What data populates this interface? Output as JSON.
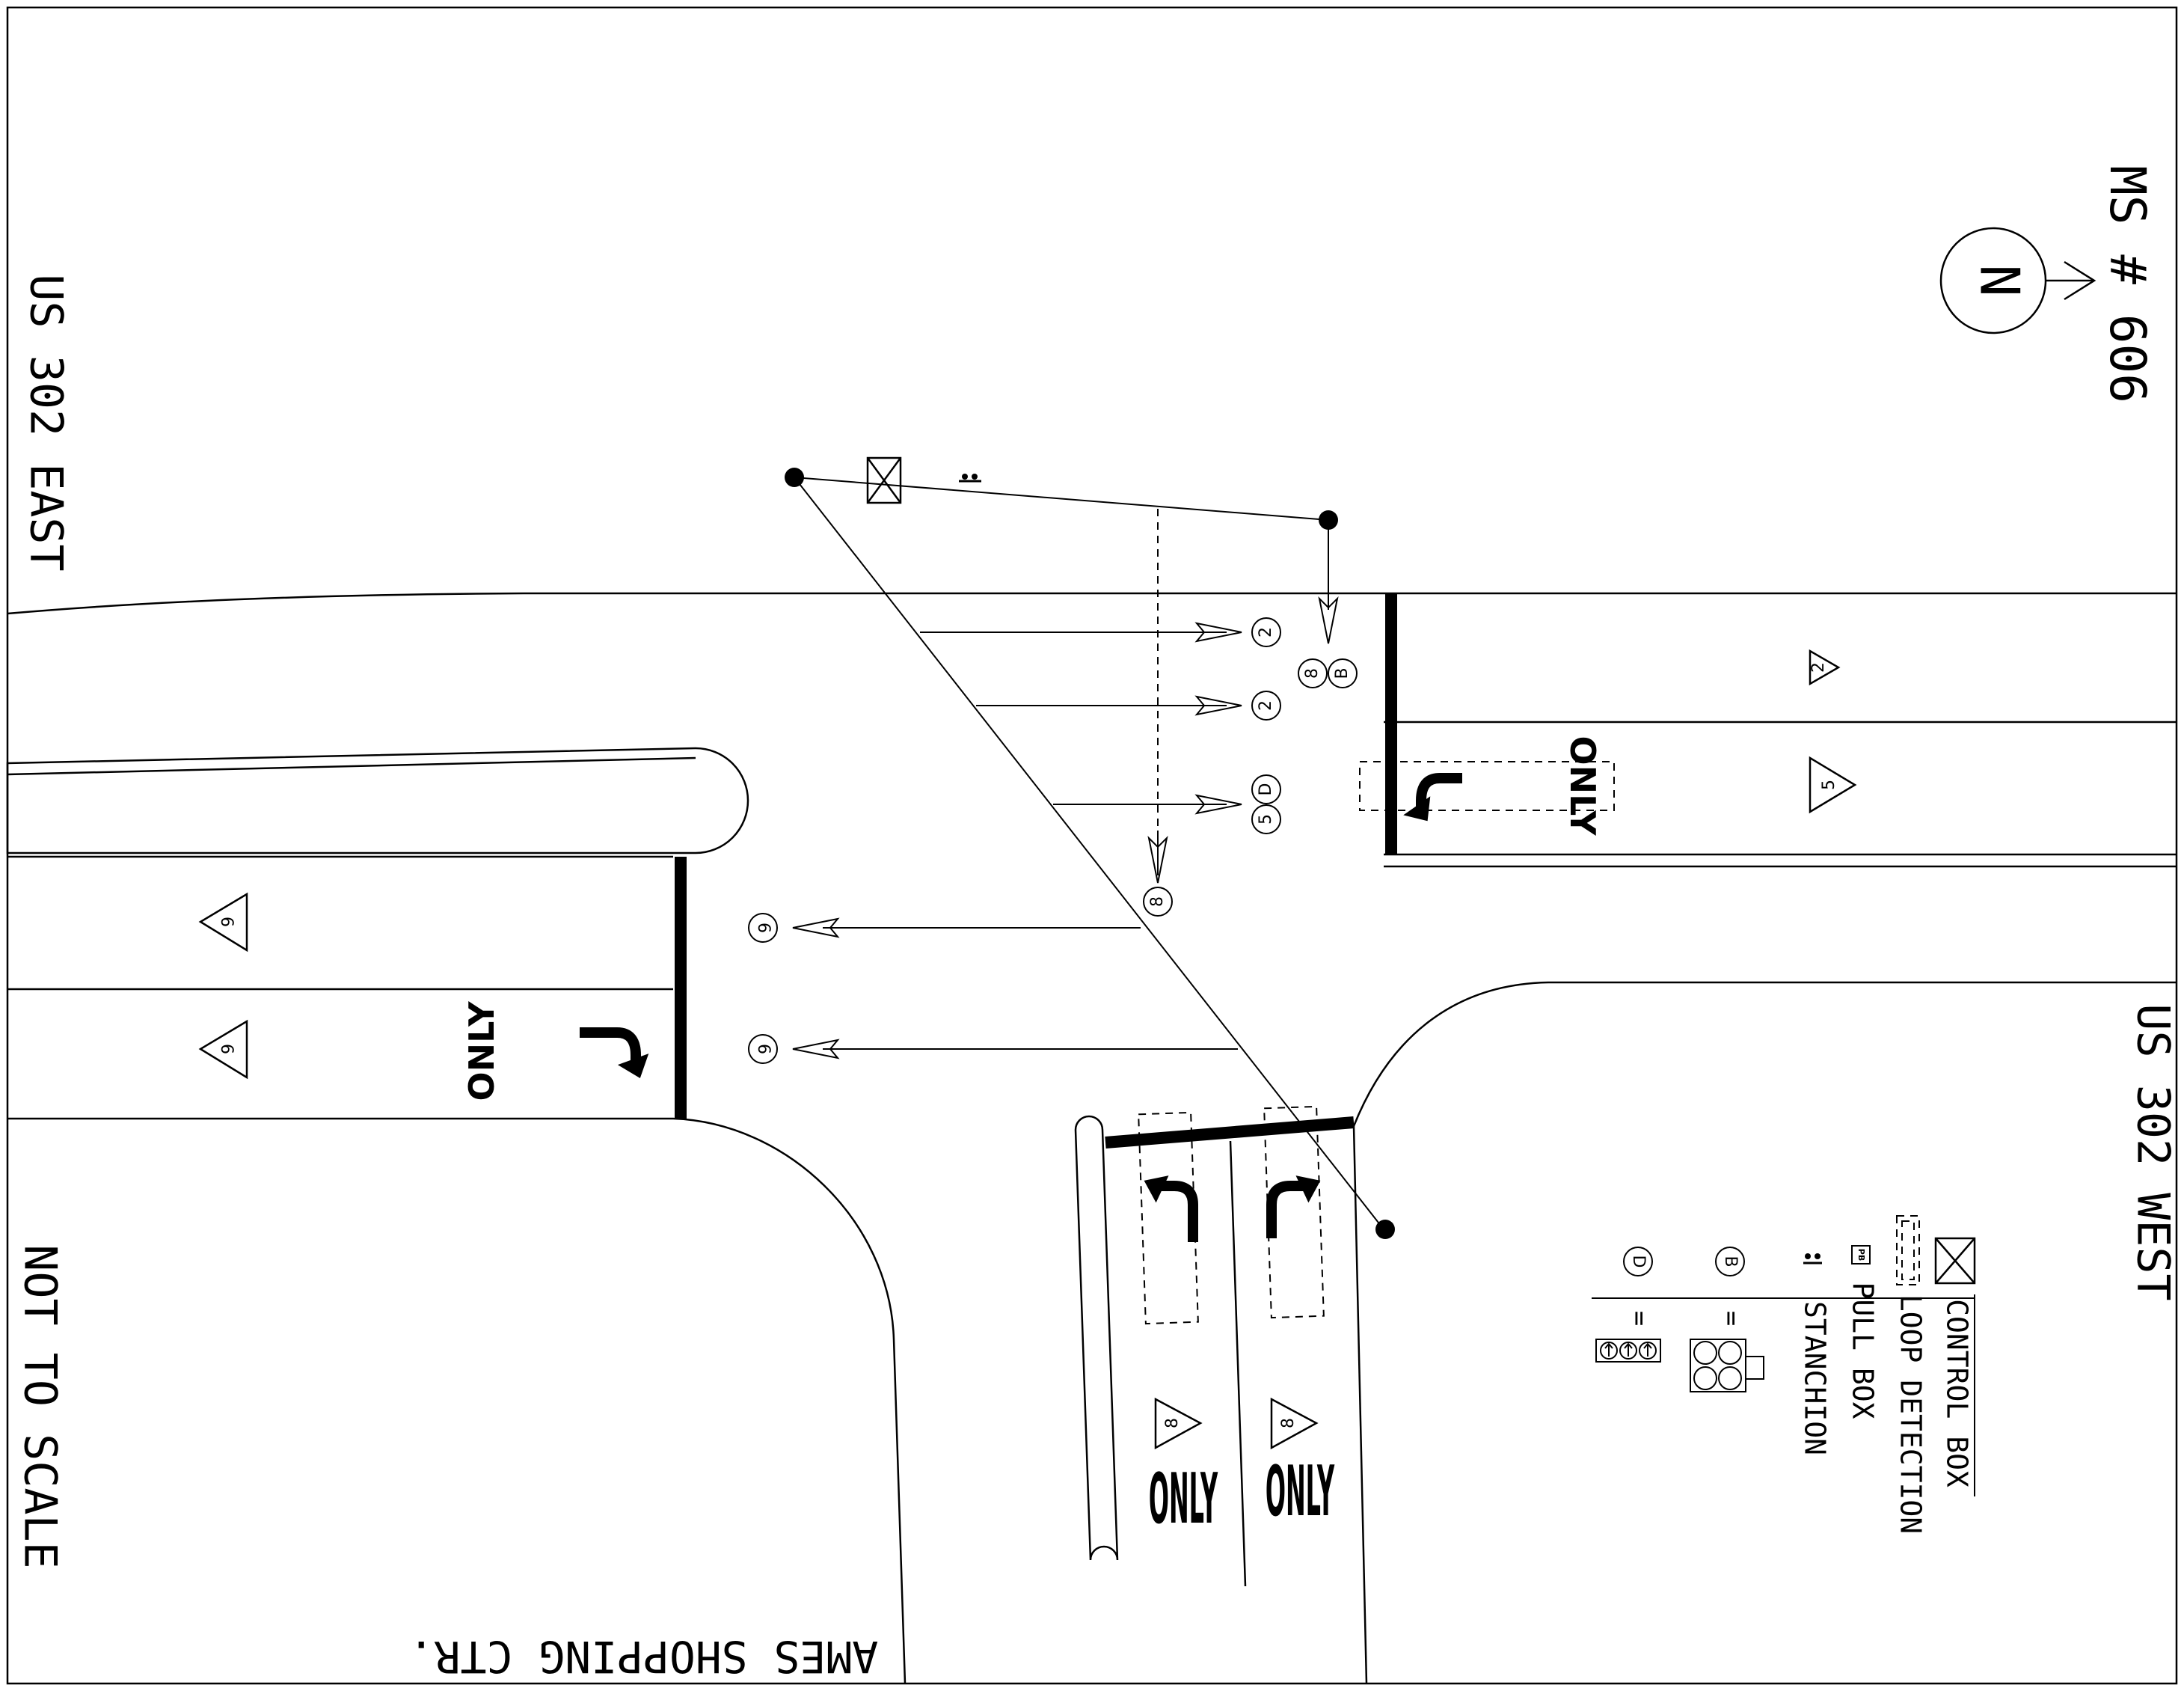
{
  "labels": {
    "ms_label": "MS # 606",
    "north_letter": "N",
    "us302_east": "US 302 EAST",
    "us302_west": "US 302 WEST",
    "not_to_scale": "NOT TO SCALE",
    "ames_shopping": "AMES SHOPPING CTR."
  },
  "pavement": {
    "only_word": "ONLY"
  },
  "phases": {
    "east_upper_lane": "2",
    "east_lower_lane": "5",
    "west_upper_lane": "6",
    "west_lower_lane": "6",
    "south_left_lane": "8",
    "south_right_lane": "8"
  },
  "signals": {
    "s2_upper": "2",
    "s2_lower": "2",
    "s5": "5",
    "sD": "D",
    "s8_top": "8",
    "sB_top": "B",
    "s8_mid": "8",
    "s6_upper": "6",
    "s6_lower": "6"
  },
  "legend": {
    "control_box": "CONTROL BOX",
    "loop_detection": "LOOP DETECTION",
    "pull_box": "PULL BOX",
    "pull_box_symbol": "PB",
    "stanchion": "STANCHION",
    "b_symbol": "B",
    "d_symbol": "D",
    "equals": "="
  }
}
